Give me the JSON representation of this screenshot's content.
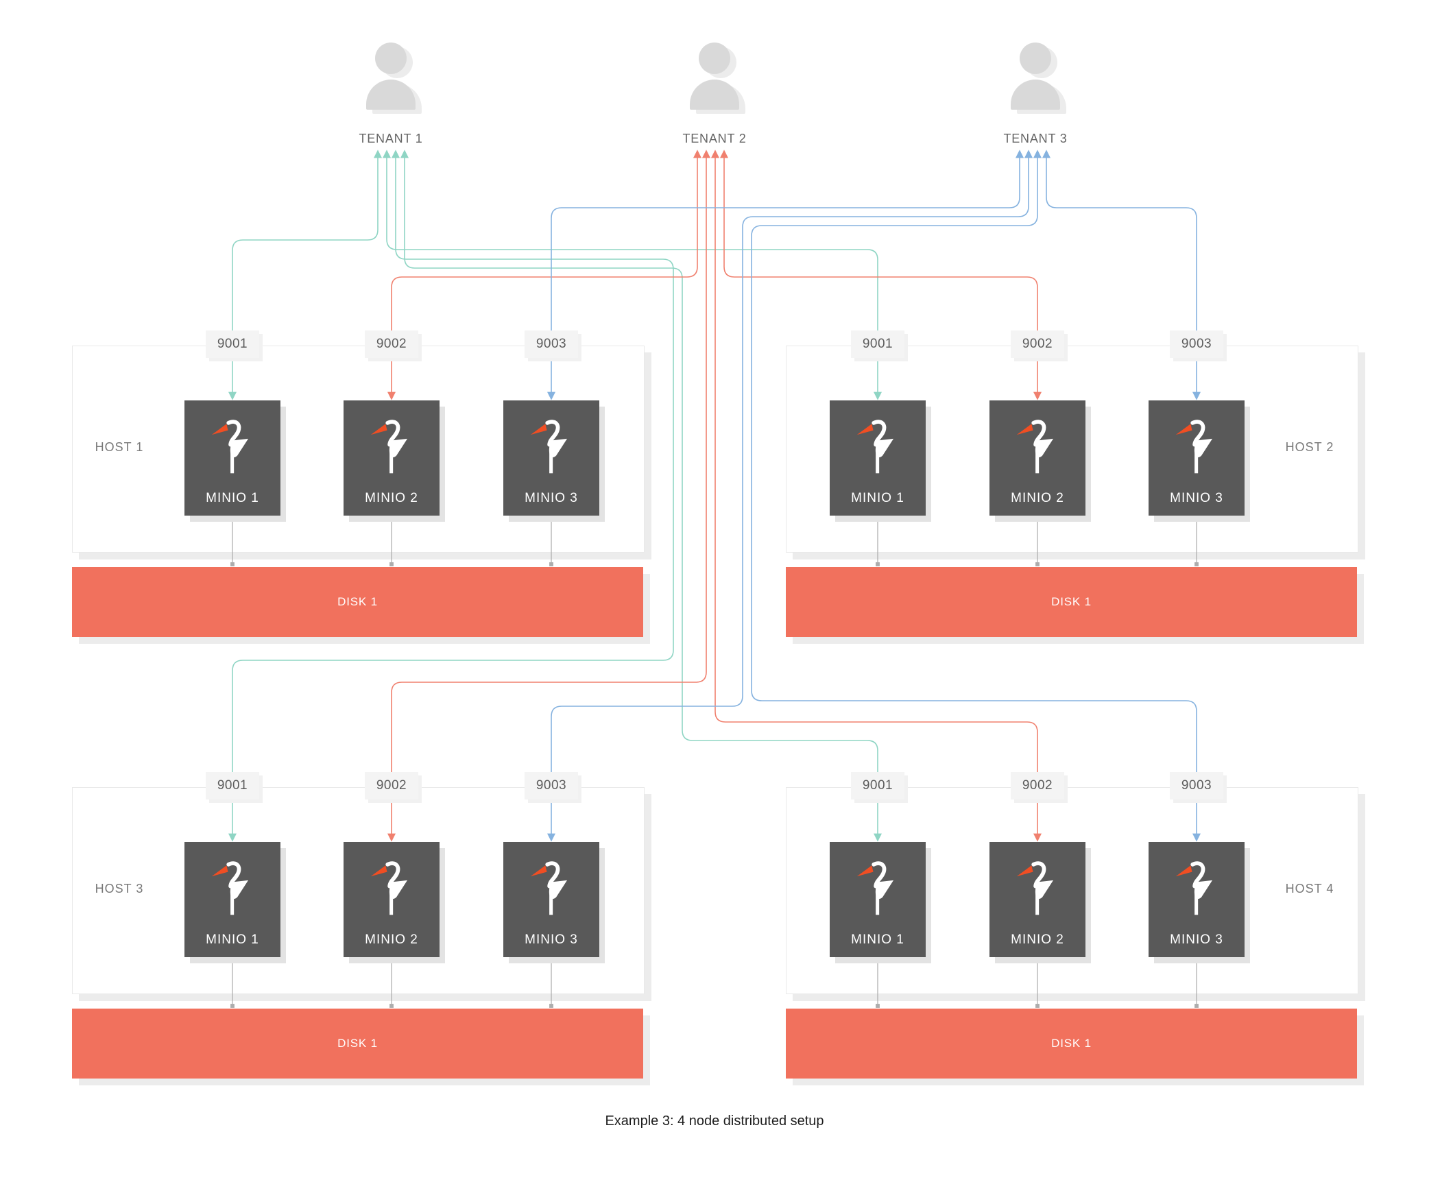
{
  "caption": "Example 3: 4 node distributed setup",
  "tenants": [
    {
      "label": "TENANT 1"
    },
    {
      "label": "TENANT 2"
    },
    {
      "label": "TENANT 3"
    }
  ],
  "hosts": [
    {
      "label": "HOST 1",
      "disk_label": "DISK 1",
      "nodes": [
        {
          "port": "9001",
          "name": "MINIO 1"
        },
        {
          "port": "9002",
          "name": "MINIO 2"
        },
        {
          "port": "9003",
          "name": "MINIO 3"
        }
      ]
    },
    {
      "label": "HOST 2",
      "disk_label": "DISK 1",
      "nodes": [
        {
          "port": "9001",
          "name": "MINIO 1"
        },
        {
          "port": "9002",
          "name": "MINIO 2"
        },
        {
          "port": "9003",
          "name": "MINIO 3"
        }
      ]
    },
    {
      "label": "HOST 3",
      "disk_label": "DISK 1",
      "nodes": [
        {
          "port": "9001",
          "name": "MINIO 1"
        },
        {
          "port": "9002",
          "name": "MINIO 2"
        },
        {
          "port": "9003",
          "name": "MINIO 3"
        }
      ]
    },
    {
      "label": "HOST 4",
      "disk_label": "DISK 1",
      "nodes": [
        {
          "port": "9001",
          "name": "MINIO 1"
        },
        {
          "port": "9002",
          "name": "MINIO 2"
        },
        {
          "port": "9003",
          "name": "MINIO 3"
        }
      ]
    }
  ],
  "icons": {
    "tenant": "person-icon",
    "node": "minio-stork-logo-icon"
  },
  "colors": {
    "tenant1_line": "#8fd5c4",
    "tenant2_line": "#f0806e",
    "tenant3_line": "#85b2df",
    "disk_bg": "#f1715d",
    "node_bg": "#595959",
    "badge_bg": "#f4f4f4",
    "host_border": "#e9e9e9",
    "connector": "#b0b0b0",
    "beak": "#f04e23",
    "person_icon": "#d9d9d9",
    "shadow": "#ececec"
  }
}
